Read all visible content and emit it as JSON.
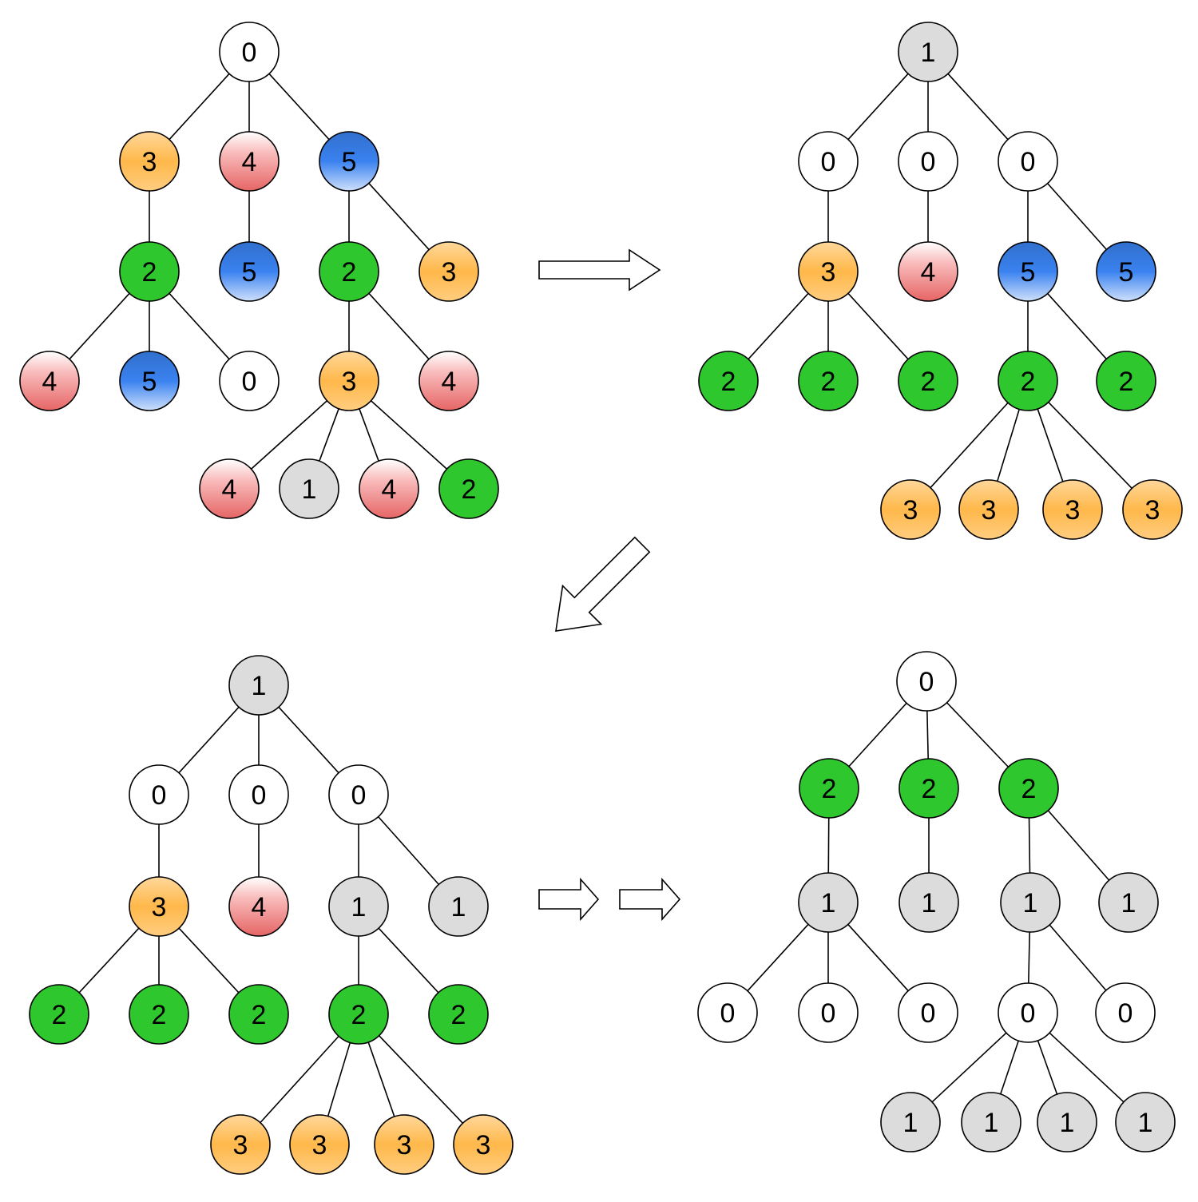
{
  "colors": {
    "c0": "#ffffff",
    "c1": "#dcdcdc",
    "c2": "#2ec82e",
    "c3": "#ffb84a",
    "c4": "#f26a6a",
    "c5": "#3a82f0",
    "stroke": "#000000"
  },
  "trees": [
    {
      "id": "tree-1",
      "nodes": [
        {
          "label": "0",
          "color": "c0"
        },
        {
          "label": "3",
          "color": "c3",
          "parent": 0
        },
        {
          "label": "4",
          "color": "c4",
          "parent": 0
        },
        {
          "label": "5",
          "color": "c5",
          "parent": 0
        },
        {
          "label": "2",
          "color": "c2",
          "parent": 1
        },
        {
          "label": "5",
          "color": "c5",
          "parent": 2
        },
        {
          "label": "2",
          "color": "c2",
          "parent": 3
        },
        {
          "label": "3",
          "color": "c3",
          "parent": 3
        },
        {
          "label": "4",
          "color": "c4",
          "parent": 4
        },
        {
          "label": "5",
          "color": "c5",
          "parent": 4
        },
        {
          "label": "0",
          "color": "c0",
          "parent": 4
        },
        {
          "label": "3",
          "color": "c3",
          "parent": 6
        },
        {
          "label": "4",
          "color": "c4",
          "parent": 6
        },
        {
          "label": "4",
          "color": "c4",
          "parent": 11
        },
        {
          "label": "1",
          "color": "c1",
          "parent": 11
        },
        {
          "label": "4",
          "color": "c4",
          "parent": 11
        },
        {
          "label": "2",
          "color": "c2",
          "parent": 11
        }
      ]
    },
    {
      "id": "tree-2",
      "nodes": [
        {
          "label": "1",
          "color": "c1"
        },
        {
          "label": "0",
          "color": "c0",
          "parent": 0
        },
        {
          "label": "0",
          "color": "c0",
          "parent": 0
        },
        {
          "label": "0",
          "color": "c0",
          "parent": 0
        },
        {
          "label": "3",
          "color": "c3",
          "parent": 1
        },
        {
          "label": "4",
          "color": "c4",
          "parent": 2
        },
        {
          "label": "5",
          "color": "c5",
          "parent": 3
        },
        {
          "label": "5",
          "color": "c5",
          "parent": 3
        },
        {
          "label": "2",
          "color": "c2",
          "parent": 4
        },
        {
          "label": "2",
          "color": "c2",
          "parent": 4
        },
        {
          "label": "2",
          "color": "c2",
          "parent": 4
        },
        {
          "label": "2",
          "color": "c2",
          "parent": 6
        },
        {
          "label": "2",
          "color": "c2",
          "parent": 6
        },
        {
          "label": "3",
          "color": "c3",
          "parent": 11
        },
        {
          "label": "3",
          "color": "c3",
          "parent": 11
        },
        {
          "label": "3",
          "color": "c3",
          "parent": 11
        },
        {
          "label": "3",
          "color": "c3",
          "parent": 11
        }
      ]
    },
    {
      "id": "tree-3",
      "nodes": [
        {
          "label": "1",
          "color": "c1"
        },
        {
          "label": "0",
          "color": "c0",
          "parent": 0
        },
        {
          "label": "0",
          "color": "c0",
          "parent": 0
        },
        {
          "label": "0",
          "color": "c0",
          "parent": 0
        },
        {
          "label": "3",
          "color": "c3",
          "parent": 1
        },
        {
          "label": "4",
          "color": "c4",
          "parent": 2
        },
        {
          "label": "1",
          "color": "c1",
          "parent": 3
        },
        {
          "label": "1",
          "color": "c1",
          "parent": 3
        },
        {
          "label": "2",
          "color": "c2",
          "parent": 4
        },
        {
          "label": "2",
          "color": "c2",
          "parent": 4
        },
        {
          "label": "2",
          "color": "c2",
          "parent": 4
        },
        {
          "label": "2",
          "color": "c2",
          "parent": 6
        },
        {
          "label": "2",
          "color": "c2",
          "parent": 6
        },
        {
          "label": "3",
          "color": "c3",
          "parent": 11
        },
        {
          "label": "3",
          "color": "c3",
          "parent": 11
        },
        {
          "label": "3",
          "color": "c3",
          "parent": 11
        },
        {
          "label": "3",
          "color": "c3",
          "parent": 11
        }
      ]
    },
    {
      "id": "tree-4",
      "nodes": [
        {
          "label": "0",
          "color": "c0"
        },
        {
          "label": "2",
          "color": "c2",
          "parent": 0
        },
        {
          "label": "2",
          "color": "c2",
          "parent": 0
        },
        {
          "label": "2",
          "color": "c2",
          "parent": 0
        },
        {
          "label": "1",
          "color": "c1",
          "parent": 1
        },
        {
          "label": "1",
          "color": "c1",
          "parent": 2
        },
        {
          "label": "1",
          "color": "c1",
          "parent": 3
        },
        {
          "label": "1",
          "color": "c1",
          "parent": 3
        },
        {
          "label": "0",
          "color": "c0",
          "parent": 4
        },
        {
          "label": "0",
          "color": "c0",
          "parent": 4
        },
        {
          "label": "0",
          "color": "c0",
          "parent": 4
        },
        {
          "label": "0",
          "color": "c0",
          "parent": 6
        },
        {
          "label": "0",
          "color": "c0",
          "parent": 6
        },
        {
          "label": "1",
          "color": "c1",
          "parent": 11
        },
        {
          "label": "1",
          "color": "c1",
          "parent": 11
        },
        {
          "label": "1",
          "color": "c1",
          "parent": 11
        },
        {
          "label": "1",
          "color": "c1",
          "parent": 11
        }
      ]
    }
  ],
  "arrows": [
    {
      "id": "arrow-right-top",
      "type": "block-arrow"
    },
    {
      "id": "arrow-down-left",
      "type": "block-arrow"
    },
    {
      "id": "arrow-right-bottom-1",
      "type": "block-arrow"
    },
    {
      "id": "arrow-right-bottom-2",
      "type": "block-arrow"
    }
  ]
}
